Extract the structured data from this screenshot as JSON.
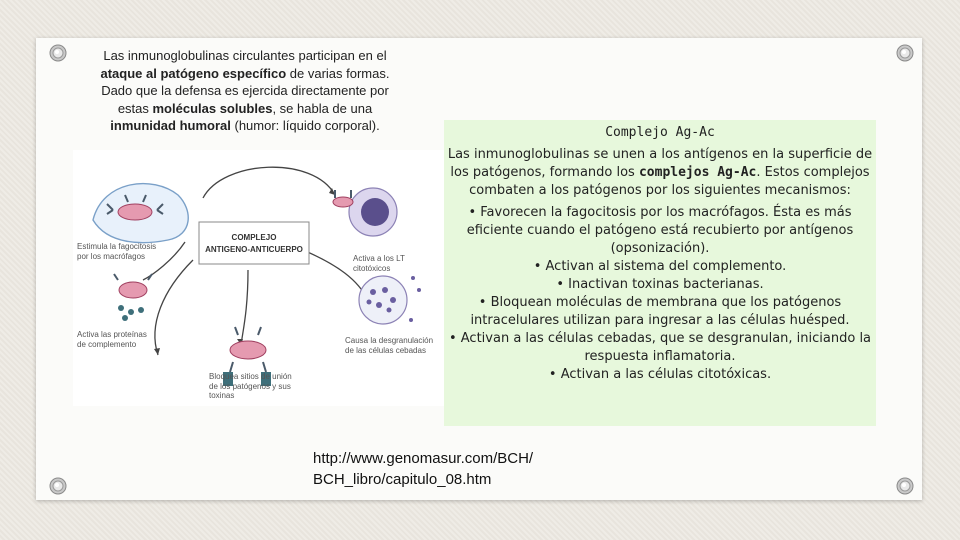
{
  "intro": {
    "part1": "Las inmunoglobulinas circulantes participan en el ",
    "bold1": "ataque al patógeno específico",
    "part2": " de varias formas. Dado que la defensa es ejercida directamente por estas ",
    "bold2": "moléculas solubles",
    "part3": ", se habla de una ",
    "bold3": "inmunidad humoral",
    "part4": " (humor: líquido corporal)."
  },
  "diagram": {
    "center_line1": "COMPLEJO",
    "center_line2": "ANTIGENO-ANTICUERPO",
    "label_phago": "Estimula la fagocitosis por los macrófagos",
    "label_ltc": "Activa a los LT citotóxicos",
    "label_complement": "Activa las proteínas de complemento",
    "label_mast": "Causa la desgranulación de las células cebadas",
    "label_block": "Bloquea sitios de unión de los patógenos y sus toxinas"
  },
  "infobox": {
    "title": "Complejo Ag-Ac",
    "para_a": "Las inmunoglobulinas se unen a los antígenos en la superficie de los patógenos, formando los ",
    "para_bold": "complejos Ag-Ac",
    "para_b": ". Estos complejos combaten a los patógenos por los siguientes mecanismos:",
    "items": [
      "• Favorecen la fagocitosis por los macrófagos. Ésta es más eficiente cuando el patógeno está recubierto por antígenos (opsonización).",
      "• Activan al sistema del complemento.",
      "• Inactivan toxinas bacterianas.",
      "• Bloquean moléculas de membrana que los patógenos intracelulares utilizan para ingresar a las células huésped.",
      "• Activan a las células cebadas, que se desgranulan, iniciando la respuesta inflamatoria.",
      "• Activan a las células citotóxicas."
    ]
  },
  "source": {
    "line1": "http://www.genomasur.com/BCH/",
    "line2": "BCH_libro/capitulo_08.htm"
  },
  "colors": {
    "infobox_bg": "#e7f8dc",
    "paper": "#fbfbf9",
    "background": "#ece9e3"
  }
}
